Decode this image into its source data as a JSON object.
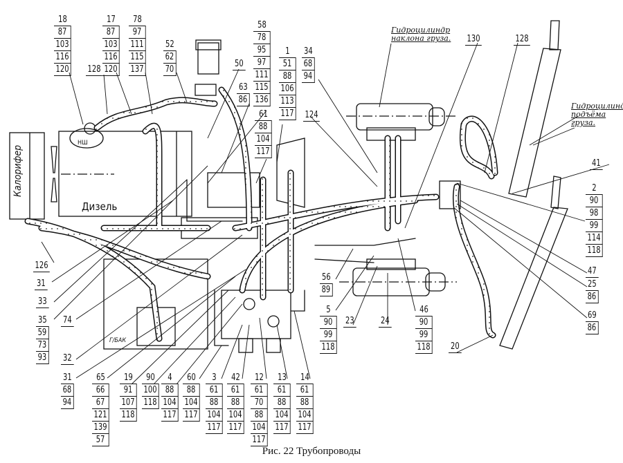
{
  "caption": "Рис. 22 Трубопроводы",
  "components": {
    "radiator": "Калорифер",
    "diesel": "Дизель",
    "pump": "НШ",
    "tank": "Г/БАК",
    "tilt_cylinder": [
      "Гидроцилиндр",
      "наклона груза."
    ],
    "lift_cylinder": [
      "Гидроцилиндр",
      "подъёма груза."
    ]
  },
  "callouts": [
    [
      "18",
      "87",
      "103",
      "116",
      "120"
    ],
    [
      "17",
      "87",
      "103",
      "116",
      "120"
    ],
    [
      "78",
      "97",
      "111",
      "115",
      "137"
    ],
    [
      "52",
      "62",
      "70"
    ],
    [
      "50"
    ],
    [
      "128"
    ],
    [
      "58",
      "78",
      "95",
      "97",
      "111",
      "115",
      "136"
    ],
    [
      "63",
      "86"
    ],
    [
      "61",
      "88",
      "104",
      "117"
    ],
    [
      "1",
      "51",
      "88",
      "106",
      "113",
      "117"
    ],
    [
      "34",
      "68",
      "94"
    ],
    [
      "124"
    ],
    [
      "130"
    ],
    [
      "128"
    ],
    [
      "126"
    ],
    [
      "31"
    ],
    [
      "33"
    ],
    [
      "35",
      "59",
      "73",
      "93"
    ],
    [
      "74"
    ],
    [
      "32"
    ],
    [
      "31",
      "68",
      "94"
    ],
    [
      "65",
      "66",
      "67",
      "121",
      "139",
      "57"
    ],
    [
      "19",
      "91",
      "107",
      "118"
    ],
    [
      "90",
      "100",
      "118"
    ],
    [
      "4",
      "88",
      "104",
      "117"
    ],
    [
      "60",
      "88",
      "104",
      "117"
    ],
    [
      "3",
      "61",
      "88",
      "104",
      "117"
    ],
    [
      "42",
      "61",
      "88",
      "104",
      "117"
    ],
    [
      "12",
      "61",
      "70",
      "88",
      "104",
      "117"
    ],
    [
      "13",
      "61",
      "88",
      "104",
      "117"
    ],
    [
      "14",
      "61",
      "88",
      "104",
      "117"
    ],
    [
      "56",
      "89"
    ],
    [
      "5",
      "90",
      "99",
      "118"
    ],
    [
      "23"
    ],
    [
      "24"
    ],
    [
      "46",
      "90",
      "99",
      "118"
    ],
    [
      "20"
    ],
    [
      "41"
    ],
    [
      "2",
      "90",
      "98",
      "99",
      "114",
      "118"
    ],
    [
      "47"
    ],
    [
      "25",
      "86"
    ],
    [
      "69",
      "86"
    ]
  ]
}
